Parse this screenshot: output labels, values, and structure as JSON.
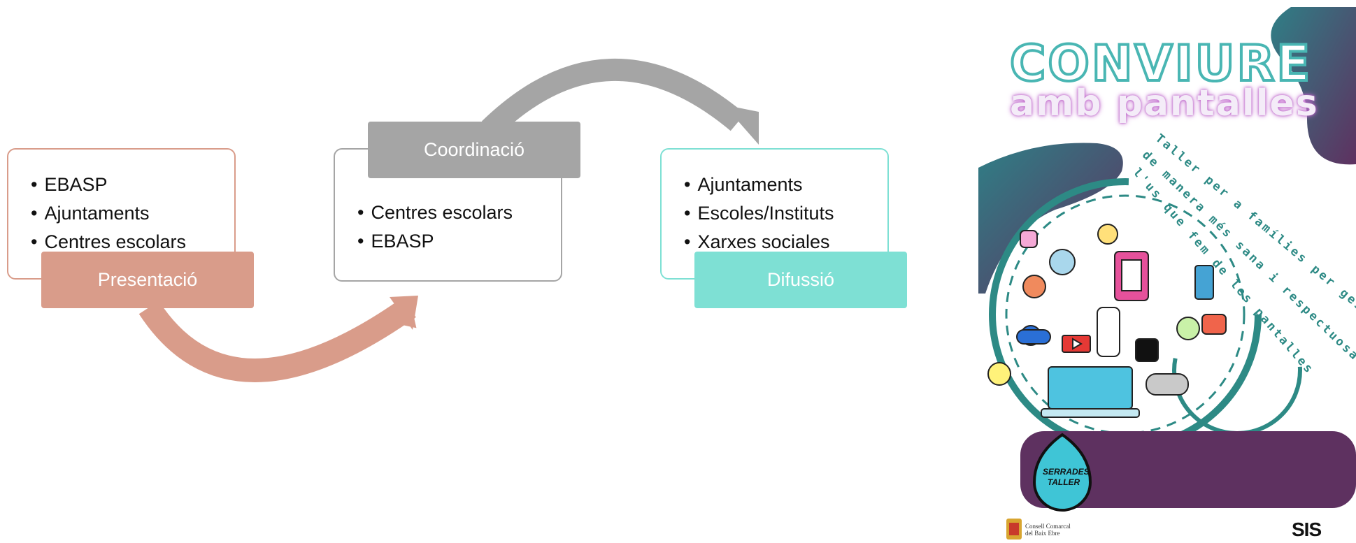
{
  "process": {
    "presentacio": {
      "label": "Presentació",
      "items": [
        "EBASP",
        "Ajuntaments",
        "Centres escolars"
      ]
    },
    "coordinacio": {
      "label": "Coordinació",
      "items": [
        "Centres escolars",
        "EBASP"
      ]
    },
    "difusio": {
      "label": "Difussió",
      "items": [
        "Ajuntaments",
        "Escoles/Instituts",
        "Xarxes sociales"
      ]
    }
  },
  "colors": {
    "presentacio": "#d99c8a",
    "coordinacio": "#a5a5a5",
    "difusio": "#7ee0d4"
  },
  "poster": {
    "title_line1": "CONVIURE",
    "title_line2": "amb pantalles",
    "subtitle_lines": [
      "Taller per a famílies per gestionar",
      "de manera més sana i respectuosa",
      "l'us que fem de les pantalles"
    ],
    "drop_text": "SERRADES TALLER",
    "logo_left_line1": "Consell Comarcal",
    "logo_left_line2": "del Baix Ebre",
    "logo_right": "SIS"
  }
}
